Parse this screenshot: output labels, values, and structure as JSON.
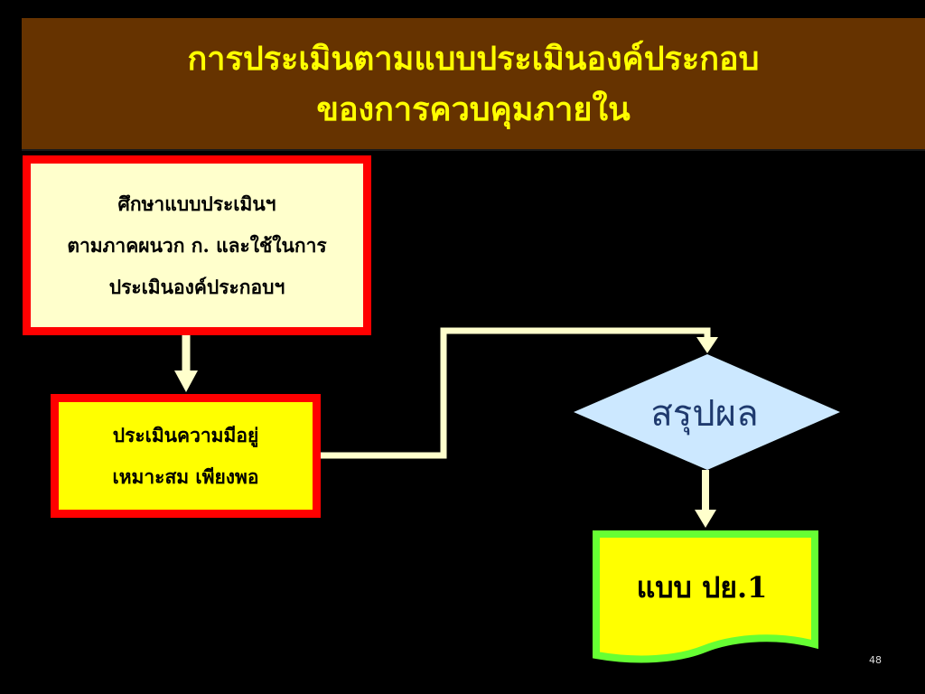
{
  "slide": {
    "title_lines": [
      "การประเมินตามแบบประเมินองค์ประกอบ",
      "ของการควบคุมภายใน"
    ],
    "page_number": "48"
  },
  "diagram": {
    "study_box": {
      "lines": [
        "ศึกษาแบบประเมินฯ",
        "ตามภาคผนวก ก. และใช้ในการ",
        "ประเมินองค์ประกอบฯ"
      ]
    },
    "assess_box": {
      "lines": [
        "ประเมินความมีอยู่",
        "เหมาะสม เพียงพอ"
      ]
    },
    "decision": {
      "label": "สรุปผล"
    },
    "document": {
      "label": "แบบ ปย.1"
    }
  },
  "colors": {
    "title_background": "#663300",
    "title_text": "#ffff00",
    "box_border": "#ff0000",
    "study_fill": "#ffffcc",
    "assess_fill": "#ffff00",
    "decision_fill": "#cce8ff",
    "document_fill": "#ffff00",
    "document_border": "#66ff33",
    "connector": "#ffffcc"
  }
}
